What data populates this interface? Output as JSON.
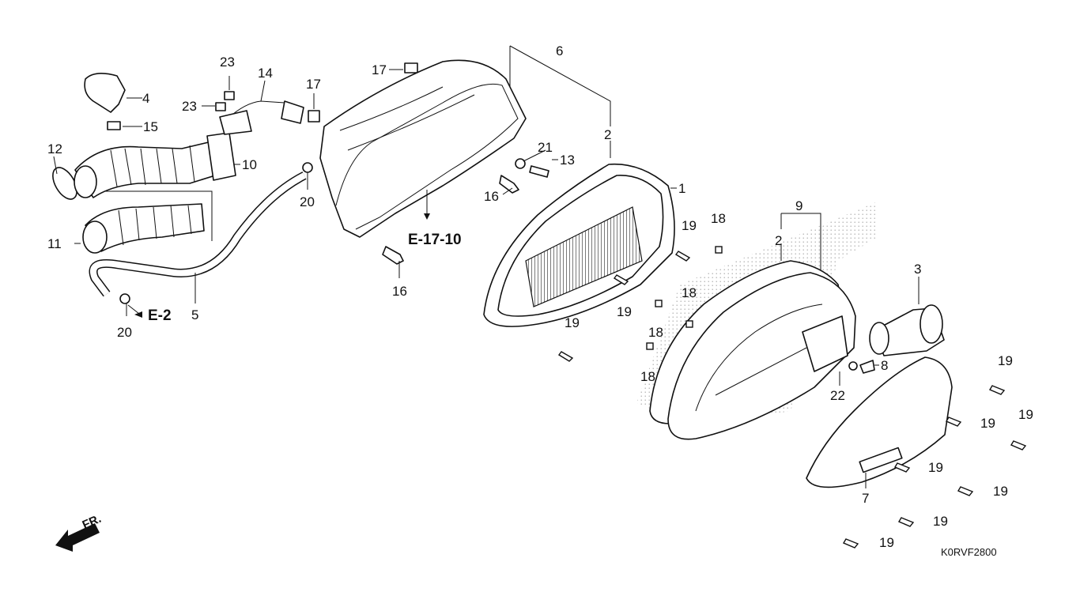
{
  "diagram_code": "K0RVF2800",
  "direction_label": "FR.",
  "references": {
    "air_cleaner_case": "E-17-10",
    "drain": "E-2"
  },
  "callouts": {
    "c1": "1",
    "c2a": "2",
    "c2b": "2",
    "c3": "3",
    "c4": "4",
    "c5": "5",
    "c6": "6",
    "c7": "7",
    "c8": "8",
    "c9": "9",
    "c10": "10",
    "c11": "11",
    "c12": "12",
    "c13": "13",
    "c14": "14",
    "c15": "15",
    "c16a": "16",
    "c16b": "16",
    "c17a": "17",
    "c17b": "17",
    "c18a": "18",
    "c18b": "18",
    "c18c": "18",
    "c18d": "18",
    "c19a": "19",
    "c19b": "19",
    "c19c": "19",
    "c19d": "19",
    "c19e": "19",
    "c19f": "19",
    "c19g": "19",
    "c19h": "19",
    "c19i": "19",
    "c19j": "19",
    "c20a": "20",
    "c20b": "20",
    "c21": "21",
    "c22": "22",
    "c23a": "23",
    "c23b": "23"
  }
}
